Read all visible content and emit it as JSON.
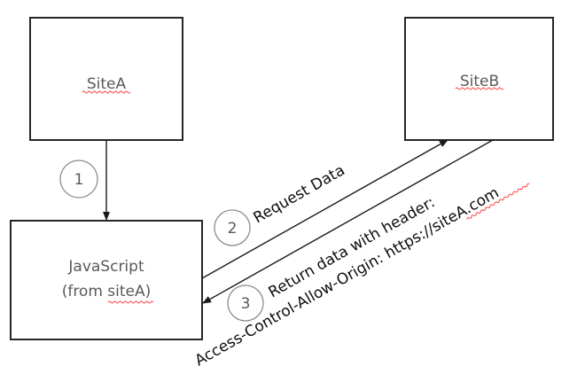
{
  "diagram": {
    "title": "CORS flow between SiteA and SiteB",
    "nodes": {
      "site_a": {
        "label": "SiteA",
        "spellcheck_flag": true
      },
      "site_b": {
        "label": "SiteB",
        "spellcheck_flag": true
      },
      "javascript": {
        "line1": "JavaScript",
        "line2": "(from siteA)",
        "spellcheck_word": "siteA"
      }
    },
    "steps": [
      {
        "number": "1",
        "from": "SiteA",
        "to": "JavaScript (from siteA)",
        "label": ""
      },
      {
        "number": "2",
        "from": "JavaScript (from siteA)",
        "to": "SiteB",
        "label": "Request Data"
      },
      {
        "number": "3",
        "from": "SiteB",
        "to": "JavaScript (from siteA)",
        "label_line1": "Return data with header:",
        "label_line2": "Access-Control-Allow-Origin: https://siteA.com",
        "spellcheck_word": "siteA.com"
      }
    ],
    "colors": {
      "box_border": "#262626",
      "box_text": "#595959",
      "edge_text": "#0d0d0d",
      "step_circle": "#8c8c8c",
      "spellcheck_underline": "#ff3b3b"
    }
  }
}
